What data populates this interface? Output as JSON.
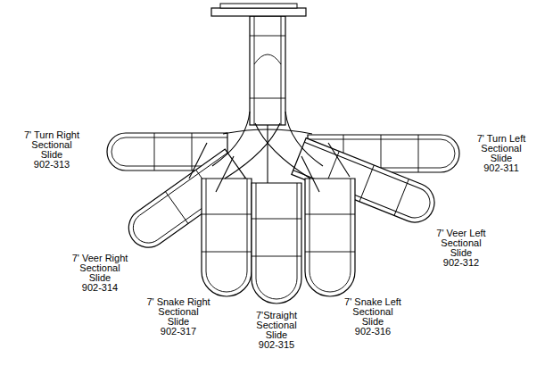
{
  "diagram": {
    "labels": [
      "7' Turn Right Sectional Slide 902-313",
      "7' Turn Left Sectional Slide 902-311",
      "7' Veer Left Sectional Slide 902-312",
      "7' Veer Right Sectional Slide 902-314",
      "7' Snake Right Sectional Slide 902-317",
      "7' Snake Left Sectional Slide 902-316",
      "7'Straight Sectional Slide 902-315"
    ]
  }
}
